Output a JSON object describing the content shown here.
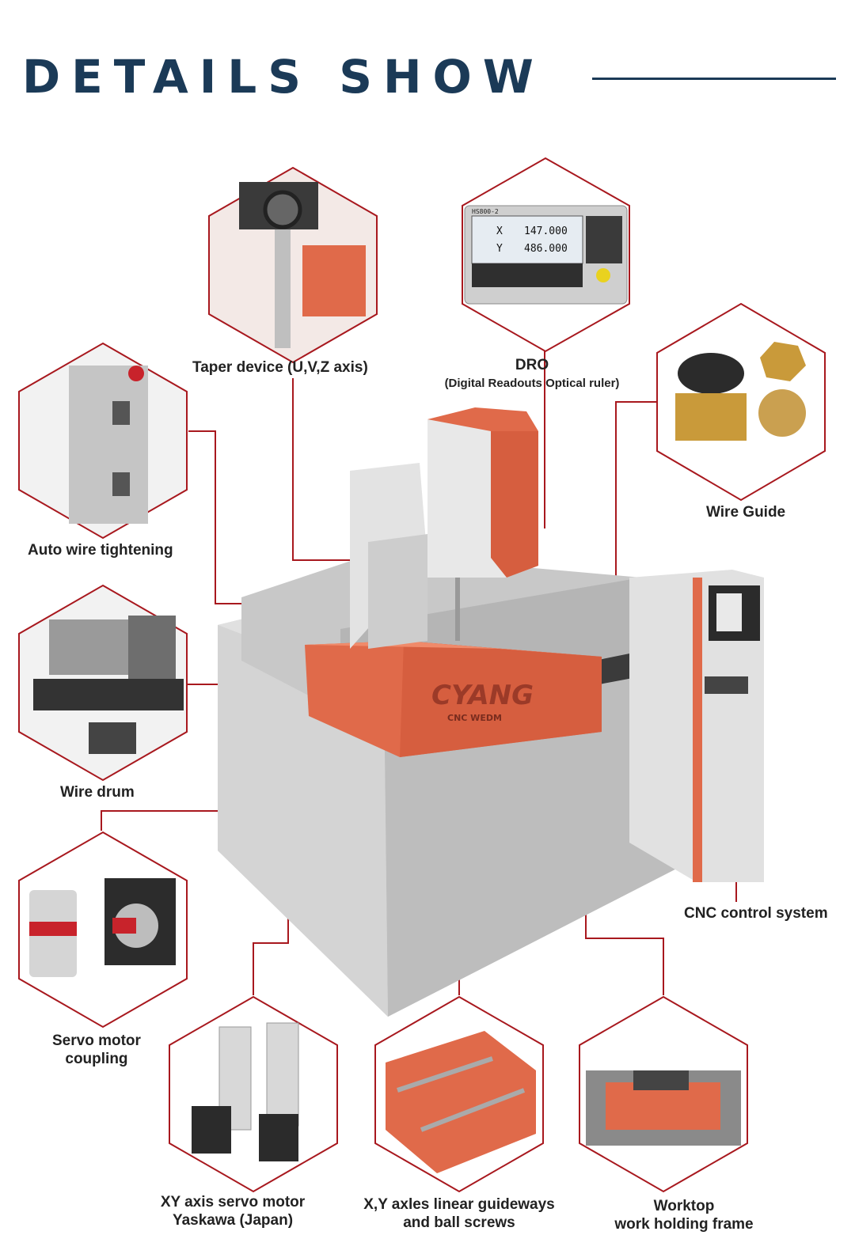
{
  "header": {
    "title": "DETAILS SHOW"
  },
  "colors": {
    "title": "#1b3a57",
    "accent": "#a8181e",
    "machine_orange": "#e06a4a",
    "machine_grey": "#d6d6d6"
  },
  "brand": {
    "logo": "CYANG",
    "subtitle": "CNC WEDM"
  },
  "features": {
    "taper": {
      "label": "Taper device (U,V,Z axis)"
    },
    "dro": {
      "label": "DRO",
      "sub": "(Digital Readouts  Optical ruler)",
      "screen": {
        "model": "HS800-2",
        "x_label": "X",
        "x_value": "147.000",
        "y_label": "Y",
        "y_value": "486.000"
      }
    },
    "wire_guide": {
      "label": "Wire Guide"
    },
    "auto_wire": {
      "label": "Auto wire tightening"
    },
    "wire_drum": {
      "label": "Wire drum"
    },
    "cnc": {
      "label": "CNC control system"
    },
    "servo_coupling": {
      "line1": "Servo motor",
      "line2": "coupling"
    },
    "xy_servo": {
      "line1": "XY axis servo motor",
      "line2": "Yaskawa (Japan)"
    },
    "guideways": {
      "line1": "X,Y axles linear guideways",
      "line2": "and ball screws"
    },
    "worktop": {
      "line1": "Worktop",
      "line2": "work holding frame"
    }
  }
}
